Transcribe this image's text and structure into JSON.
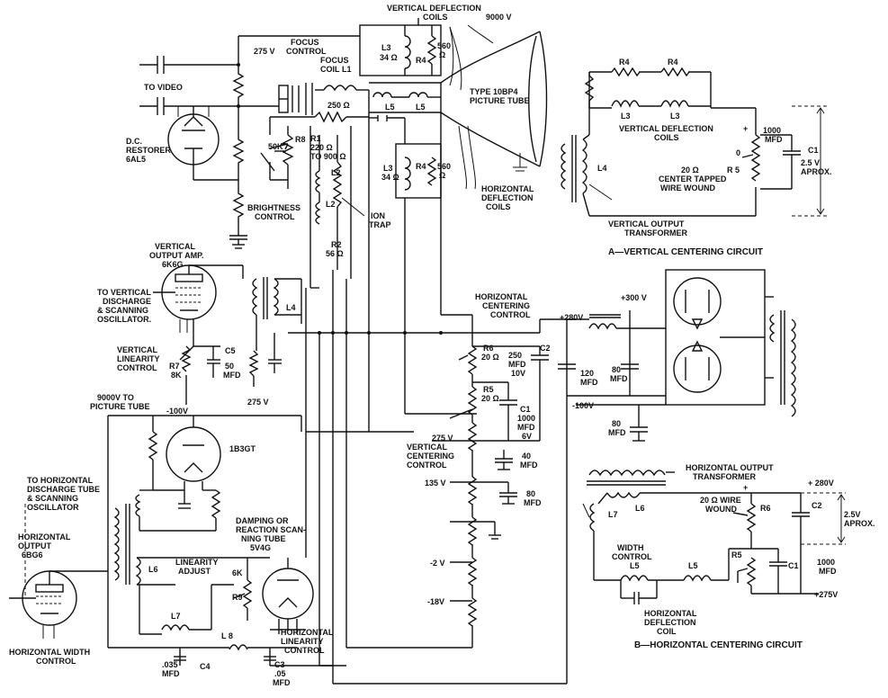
{
  "labels": {
    "to_video": "TO VIDEO",
    "dc_restorer": "D.C.",
    "dc_restorer2": "RESTORER",
    "dc_restorer3": "6AL5",
    "focus_275": "275 V",
    "focus_control": "FOCUS",
    "focus_control2": "CONTROL",
    "focus_coil": "FOCUS",
    "focus_coil2": "COIL",
    "focus_coil3": "L1",
    "l1_ohms": "250 Ω",
    "r8_50k": "50K",
    "r8": "R8",
    "r1": "R1",
    "r1_val": "220 Ω",
    "r1_val2": "TO 900 Ω",
    "l2_top": "L2",
    "l2_bot": "L2",
    "ion_trap": "ION",
    "ion_trap2": "TRAP",
    "r2": "R2",
    "r2_val": "56 Ω",
    "brightness": "BRIGHTNESS",
    "brightness2": "CONTROL",
    "vdc_title": "VERTICAL DEFLECTION",
    "vdc_title2": "COILS",
    "v9000": "9000 V",
    "l3_top": "L3",
    "l3_top_val": "34 Ω",
    "r4_top": "R4",
    "r4_top_val": "560",
    "r4_top_unit": "Ω",
    "l5_a": "L5",
    "l5_b": "L5",
    "tube_type": "TYPE 10BP4",
    "tube_type2": "PICTURE TUBE",
    "l3_bot": "L3",
    "l3_bot_val": "34 Ω",
    "r4_bot": "R4",
    "r4_bot_val": "560",
    "r4_bot_unit": "Ω",
    "hdc": "HORIZONTAL",
    "hdc2": "DEFLECTION",
    "hdc3": "COILS",
    "vout_amp": "VERTICAL",
    "vout_amp2": "OUTPUT AMP.",
    "vout_amp3": "6K6G",
    "to_vert_disch": "TO VERTICAL",
    "to_vert_disch2": "DISCHARGE",
    "to_vert_disch3": "& SCANNING",
    "to_vert_disch4": "OSCILLATOR.",
    "l4_main": "L4",
    "vlin": "VERTICAL",
    "vlin2": "LINEARITY",
    "vlin3": "CONTROL",
    "r7": "R7",
    "r7_val": "8K",
    "c5": "C5",
    "c5_val": "50",
    "c5_unit": "MFD",
    "v275_main": "275 V",
    "vm100_main": "-100V",
    "hcc": "HORIZONTAL",
    "hcc2": "CENTERING",
    "hcc3": "CONTROL",
    "r6_main": "R6",
    "r6_val": "20 Ω",
    "c2_val": "250",
    "c2_unit": "MFD",
    "c2_volt": "10V",
    "c2_main": "C2",
    "r5_main": "R5",
    "r5_val": "20 Ω",
    "c1_main": "C1",
    "c1_val": "1000",
    "c1_unit": "MFD",
    "c1_volt": "6V",
    "v275_vc": "275 V",
    "vcc": "VERTICAL",
    "vcc2": "CENTERING",
    "vcc3": "CONTROL",
    "c40": "40",
    "c40_unit": "MFD",
    "v135": "135 V",
    "c80a": "80",
    "c80a_unit": "MFD",
    "vm2": "-2 V",
    "vm18": "-18V",
    "v9000_pt": "9000V TO",
    "v9000_pt2": "PICTURE TUBE",
    "tube_1b3gt": "1B3GT",
    "to_horiz_disch": "TO HORIZONTAL",
    "to_horiz_disch2": "DISCHARGE TUBE",
    "to_horiz_disch3": "& SCANNING",
    "to_horiz_disch4": "OSCILLATOR",
    "hout": "HORIZONTAL",
    "hout2": "OUTPUT",
    "hout3": "6BG6",
    "damping": "DAMPING OR",
    "damping2": "REACTION SCAN-",
    "damping3": "NING TUBE",
    "damping4": "5V4G",
    "l6_main": "L6",
    "lin_adj": "LINEARITY",
    "lin_adj2": "ADJUST",
    "r9_6k": "6K",
    "r9": "R9",
    "l7_main": "L7",
    "hwc": "HORIZONTAL WIDTH",
    "hwc2": "CONTROL",
    "l8": "L 8",
    "hlc": "HORIZONTAL",
    "hlc2": "LINEARITY",
    "hlc3": "CONTROL",
    "c4_val": ".035",
    "c4_unit": "MFD",
    "c4": "C4",
    "c3": "C3",
    "c3_val": ".05",
    "c3_unit": "MFD",
    "a_r4a": "R4",
    "a_r4b": "R4",
    "a_l3a": "L3",
    "a_l3b": "L3",
    "a_vdc": "VERTICAL DEFLECTION",
    "a_vdc2": "COILS",
    "a_1000": "1000",
    "a_mfd": "MFD",
    "a_c1": "C1",
    "a_25v": "2.5 V",
    "a_aprox": "APROX.",
    "a_zero": "0",
    "a_20": "20 Ω",
    "a_center": "CENTER TAPPED",
    "a_wire": "WIRE WOUND",
    "a_r5": "R 5",
    "a_l4": "L4",
    "a_vot": "VERTICAL OUTPUT",
    "a_vot2": "TRANSFORMER",
    "a_caption": "A—VERTICAL CENTERING CIRCUIT",
    "pwr_300": "+300 V",
    "pwr_280": "+280V",
    "pwr_120": "120",
    "pwr_120u": "MFD",
    "pwr_80": "80",
    "pwr_80u": "MFD",
    "pwr_m100": "-100V",
    "pwr_80b": "80",
    "pwr_80bu": "MFD",
    "b_hot": "HORIZONTAL OUTPUT",
    "b_hot2": "TRANSFORMER",
    "b_280": "+ 280V",
    "b_20": "20 Ω WIRE",
    "b_wound": "WOUND",
    "b_r6": "R6",
    "b_c2": "C2",
    "b_25": "2.5V",
    "b_aprox": "APROX.",
    "b_l7": "L7",
    "b_l6": "L6",
    "b_width": "WIDTH",
    "b_width2": "CONTROL",
    "b_r5": "R5",
    "b_c1": "C1",
    "b_1000": "1000",
    "b_mfd": "MFD",
    "b_l5a": "L5",
    "b_l5b": "L5",
    "b_275": "+275V",
    "b_hdc": "HORIZONTAL",
    "b_hdc2": "DEFLECTION",
    "b_hdc3": "COIL",
    "b_caption": "B—HORIZONTAL CENTERING CIRCUIT",
    "plus": "+"
  }
}
